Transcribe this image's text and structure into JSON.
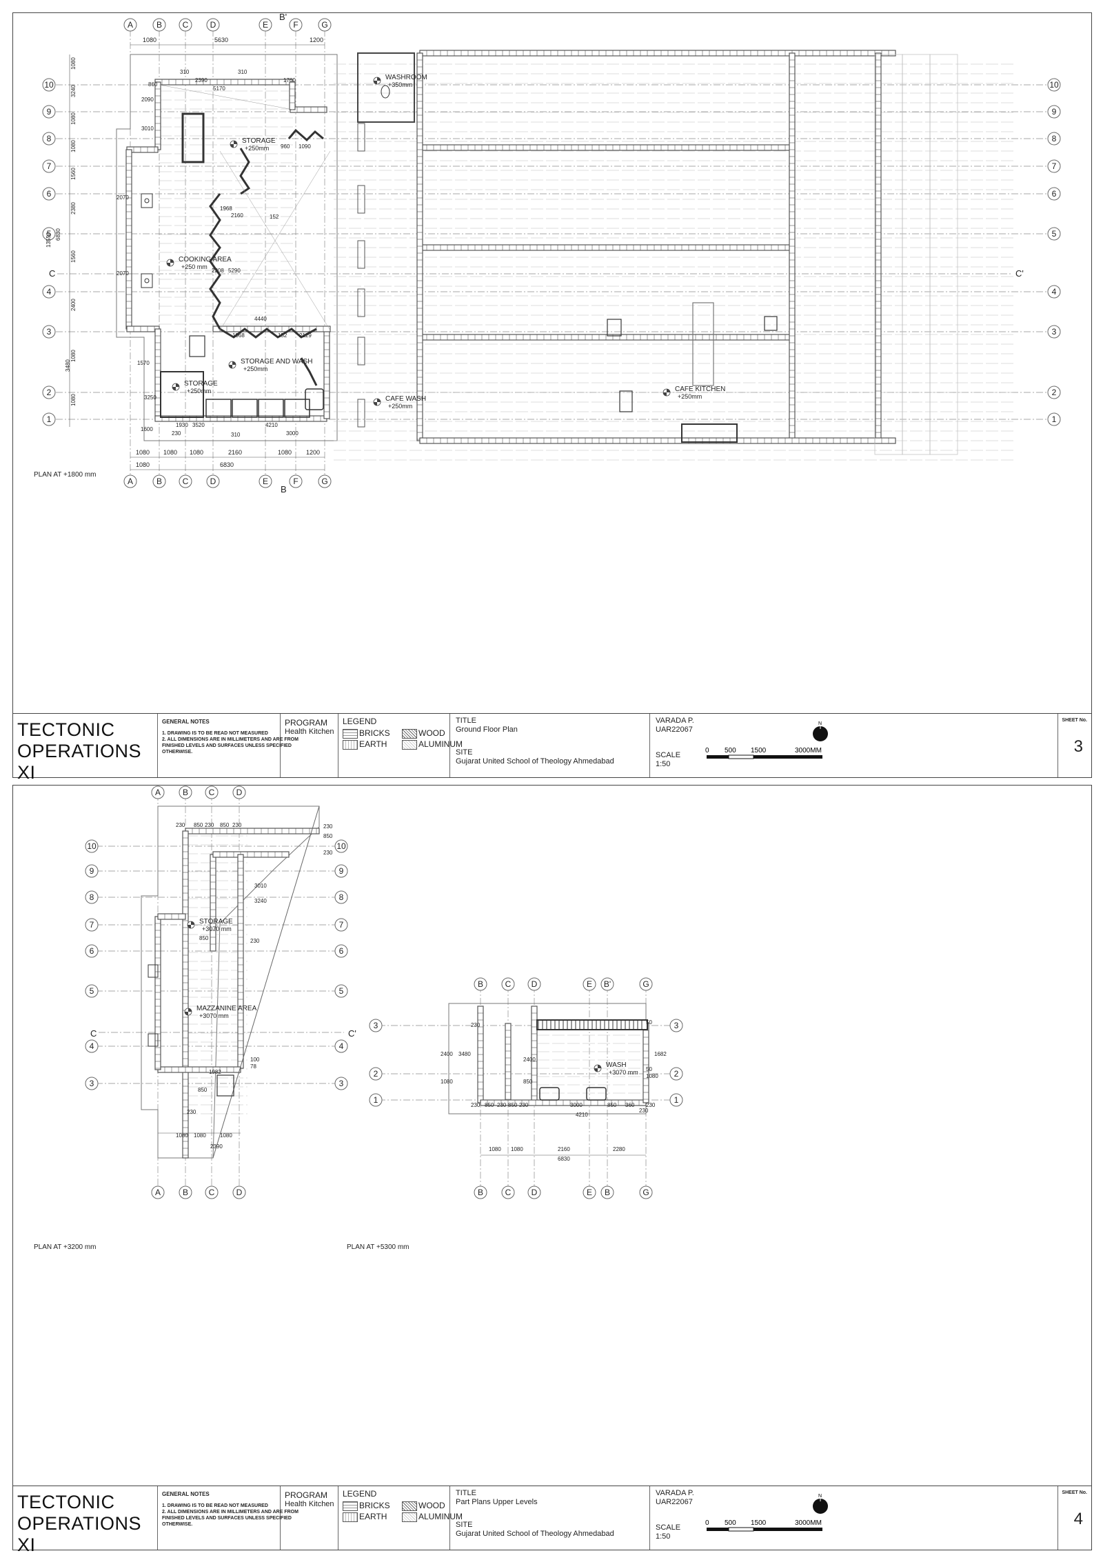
{
  "sheets": [
    {
      "plans": [
        {
          "label": "PLAN AT +1800 mm"
        }
      ],
      "rooms": [
        {
          "name": "STORAGE",
          "level": "+250mm"
        },
        {
          "name": "COOKING AREA",
          "level": "+250 mm"
        },
        {
          "name": "STORAGE AND WASH",
          "level": "+250mm"
        },
        {
          "name": "STORAGE",
          "level": "+250mm"
        },
        {
          "name": "WASHROOM",
          "level": "+350mm"
        },
        {
          "name": "CAFE WASH",
          "level": "+250mm"
        },
        {
          "name": "CAFE KITCHEN",
          "level": "+250mm"
        }
      ],
      "grid_cols": [
        "A",
        "B",
        "C",
        "D",
        "E",
        "F",
        "G"
      ],
      "grid_rows": [
        "10",
        "9",
        "8",
        "7",
        "6",
        "5",
        "4",
        "3",
        "2",
        "1"
      ],
      "section_marks": [
        "B'",
        "B",
        "C",
        "C'"
      ],
      "dims_top": [
        "1080",
        "5630",
        "1200"
      ],
      "dims_bottom_row1": [
        "1080",
        "1080",
        "1080",
        "2160",
        "1080",
        "1200"
      ],
      "dims_bottom_row2": [
        "1080",
        "6830"
      ],
      "dims_left": [
        "1080",
        "3240",
        "1080",
        "1080",
        "1560",
        "2380",
        "1560",
        "2400",
        "1080",
        "1080"
      ],
      "dims_left_total": [
        "13550",
        "6830",
        "3480"
      ],
      "dims_interior": [
        "860",
        "310",
        "2390",
        "310",
        "1760",
        "5170",
        "1968",
        "2160",
        "152",
        "1968",
        "152",
        "2129",
        "4440",
        "3010",
        "2090",
        "2070",
        "2070",
        "1570",
        "3250",
        "1600",
        "1930",
        "3520",
        "4210",
        "3000",
        "310",
        "230",
        "5290",
        "2208",
        "960",
        "1090"
      ],
      "title_block": {
        "project": "TECTONIC OPERATIONS XI",
        "general_notes_heading": "GENERAL NOTES",
        "general_notes": [
          "1. DRAWING IS TO BE READ NOT MEASURED",
          "2. ALL DIMENSIONS ARE IN MILLIMETERS AND ARE FROM FINISHED LEVELS AND SURFACES UNLESS SPECIFIED OTHERWISE."
        ],
        "program_heading": "PROGRAM",
        "program": "Health Kitchen",
        "legend_heading": "LEGEND",
        "legend": [
          "BRICKS",
          "EARTH",
          "WOOD",
          "ALUMINUM"
        ],
        "title_heading": "TITLE",
        "title": "Ground Floor Plan",
        "site_heading": "SITE",
        "site": "Gujarat United School of Theology Ahmedabad",
        "author": "VARADA P.",
        "author_id": "UAR22067",
        "scale_heading": "SCALE",
        "scale": "1:50",
        "scale_ticks": [
          "0",
          "500",
          "1500",
          "3000MM"
        ],
        "north": "N",
        "sheet_no_heading": "SHEET No.",
        "sheet_no": "3"
      }
    },
    {
      "plans": [
        {
          "label": "PLAN AT +3200 mm"
        },
        {
          "label": "PLAN AT +5300 mm"
        }
      ],
      "rooms": [
        {
          "name": "STORAGE",
          "level": "+3070 mm"
        },
        {
          "name": "MAZZANINE AREA",
          "level": "+3070 mm"
        },
        {
          "name": "WASH",
          "level": "+3070 mm"
        }
      ],
      "grid_cols_left": [
        "A",
        "B",
        "C",
        "D"
      ],
      "grid_cols_right_top": [
        "B",
        "C",
        "D",
        "E",
        "B'",
        "G"
      ],
      "grid_cols_right_bottom": [
        "B",
        "C",
        "D",
        "E",
        "B",
        "G"
      ],
      "grid_rows_left": [
        "10",
        "9",
        "8",
        "7",
        "6",
        "5",
        "4",
        "3"
      ],
      "grid_rows_right": [
        "3",
        "2",
        "1"
      ],
      "section_marks": [
        "C",
        "C'"
      ],
      "dims_left": [
        "230",
        "850",
        "230",
        "850",
        "230",
        "230",
        "850",
        "230",
        "3010",
        "3240",
        "850",
        "230",
        "1982",
        "100",
        "78",
        "850",
        "230",
        "1080",
        "1080",
        "1080",
        "2390"
      ],
      "dims_right": [
        "230",
        "2400",
        "3480",
        "1080",
        "230",
        "850",
        "230",
        "850",
        "230",
        "3000",
        "850",
        "360",
        "230",
        "4210",
        "1682",
        "50",
        "50",
        "1080",
        "230",
        "2400",
        "850",
        "1080",
        "1080",
        "2160",
        "2280",
        "6830"
      ],
      "title_block": {
        "project": "TECTONIC OPERATIONS XI",
        "general_notes_heading": "GENERAL NOTES",
        "general_notes": [
          "1. DRAWING IS TO BE READ NOT MEASURED",
          "2. ALL DIMENSIONS ARE IN MILLIMETERS AND ARE FROM FINISHED LEVELS AND SURFACES UNLESS SPECIFIED OTHERWISE."
        ],
        "program_heading": "PROGRAM",
        "program": "Health Kitchen",
        "legend_heading": "LEGEND",
        "legend": [
          "BRICKS",
          "EARTH",
          "WOOD",
          "ALUMINUM"
        ],
        "title_heading": "TITLE",
        "title": "Part Plans Upper Levels",
        "site_heading": "SITE",
        "site": "Gujarat United School of Theology Ahmedabad",
        "author": "VARADA P.",
        "author_id": "UAR22067",
        "scale_heading": "SCALE",
        "scale": "1:50",
        "scale_ticks": [
          "0",
          "500",
          "1500",
          "3000MM"
        ],
        "north": "N",
        "sheet_no_heading": "SHEET No.",
        "sheet_no": "4"
      }
    }
  ],
  "colors": {
    "line": "#333333",
    "brick": "#555555",
    "grid": "#8a8a8a",
    "hatch": "#bdbdbd"
  }
}
